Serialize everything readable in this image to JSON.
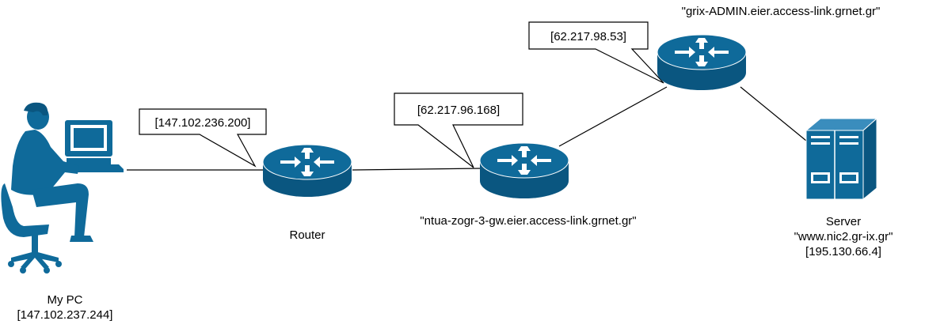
{
  "colors": {
    "device": "#0f6a9a",
    "device_dark": "#0a5680",
    "line": "#000000",
    "callout_bg": "#ffffff"
  },
  "nodes": {
    "pc": {
      "name": "My PC",
      "ip": "[147.102.237.244]",
      "icon": "person-at-computer-icon"
    },
    "router1": {
      "name": "Router",
      "icon": "router-icon"
    },
    "router2": {
      "hostname": "\"ntua-zogr-3-gw.eier.access-link.grnet.gr\"",
      "icon": "router-icon"
    },
    "router3": {
      "hostname": "\"grix-ADMIN.eier.access-link.grnet.gr\"",
      "icon": "router-icon"
    },
    "server": {
      "name": "Server",
      "hostname": "\"www.nic2.gr-ix.gr\"",
      "ip": "[195.130.66.4]",
      "icon": "server-icon"
    }
  },
  "callouts": {
    "router1": "[147.102.236.200]",
    "router2": "[62.217.96.168]",
    "router3": "[62.217.98.53]"
  }
}
